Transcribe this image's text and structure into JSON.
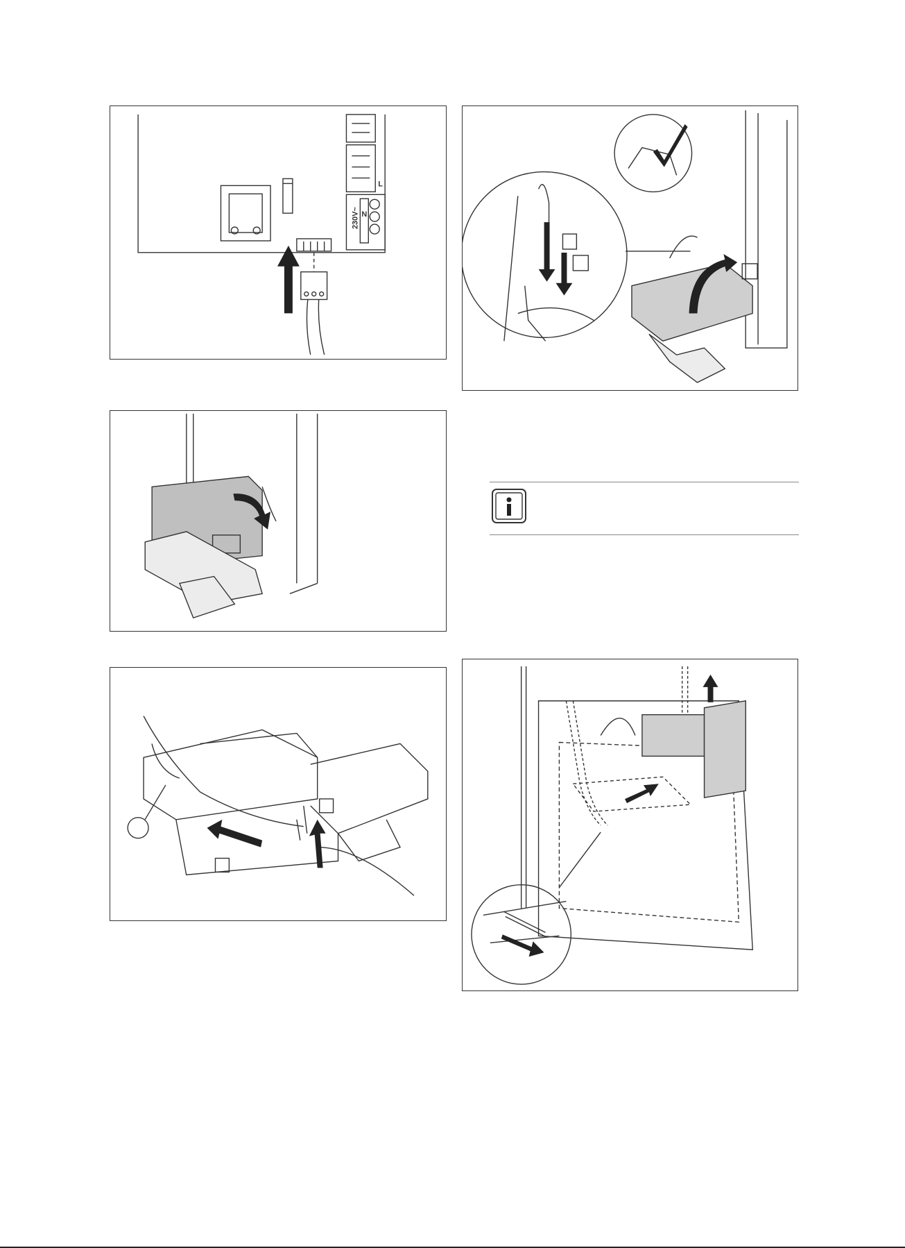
{
  "figures": [
    {
      "id": "fig1",
      "terminal_label": "230V~",
      "pin_labels": [
        "L",
        "N"
      ]
    },
    {
      "id": "fig2"
    },
    {
      "id": "fig3"
    },
    {
      "id": "fig4"
    },
    {
      "id": "fig5"
    }
  ],
  "note": {
    "icon": "info-icon"
  },
  "icons": {
    "arrow": "arrow-icon",
    "check": "checkmark-icon"
  },
  "colors": {
    "line": "#333333",
    "fill_grey": "#cfcfcf",
    "fill_light": "#ececec"
  }
}
